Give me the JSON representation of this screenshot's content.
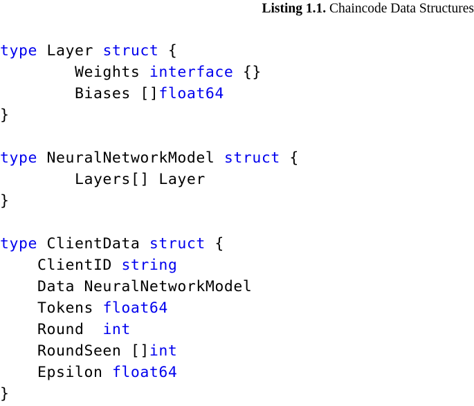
{
  "caption": {
    "label": "Listing 1.1.",
    "text": " Chaincode Data Structures"
  },
  "colors": {
    "keyword": "#0000ee",
    "text": "#000000",
    "background": "#ffffff"
  },
  "listing": {
    "language": "Go",
    "lines": [
      {
        "id": "l1",
        "segments": [
          {
            "t": "type",
            "c": "kw"
          },
          {
            "t": " Layer ",
            "c": "pl"
          },
          {
            "t": "struct",
            "c": "kw"
          },
          {
            "t": " {",
            "c": "pl"
          }
        ]
      },
      {
        "id": "l2",
        "segments": [
          {
            "t": "        Weights ",
            "c": "pl"
          },
          {
            "t": "interface",
            "c": "kw"
          },
          {
            "t": " {}",
            "c": "pl"
          }
        ]
      },
      {
        "id": "l3",
        "segments": [
          {
            "t": "        Biases []",
            "c": "pl"
          },
          {
            "t": "float64",
            "c": "kw"
          }
        ]
      },
      {
        "id": "l4",
        "segments": [
          {
            "t": "}",
            "c": "pl"
          }
        ]
      },
      {
        "id": "l5",
        "segments": [
          {
            "t": "",
            "c": "pl"
          }
        ]
      },
      {
        "id": "l6",
        "segments": [
          {
            "t": "type",
            "c": "kw"
          },
          {
            "t": " NeuralNetworkModel ",
            "c": "pl"
          },
          {
            "t": "struct",
            "c": "kw"
          },
          {
            "t": " {",
            "c": "pl"
          }
        ]
      },
      {
        "id": "l7",
        "segments": [
          {
            "t": "        Layers[] Layer",
            "c": "pl"
          }
        ]
      },
      {
        "id": "l8",
        "segments": [
          {
            "t": "}",
            "c": "pl"
          }
        ]
      },
      {
        "id": "l9",
        "segments": [
          {
            "t": "",
            "c": "pl"
          }
        ]
      },
      {
        "id": "l10",
        "segments": [
          {
            "t": "type",
            "c": "kw"
          },
          {
            "t": " ClientData ",
            "c": "pl"
          },
          {
            "t": "struct",
            "c": "kw"
          },
          {
            "t": " {",
            "c": "pl"
          }
        ]
      },
      {
        "id": "l11",
        "segments": [
          {
            "t": "    ClientID ",
            "c": "pl"
          },
          {
            "t": "string",
            "c": "kw"
          }
        ]
      },
      {
        "id": "l12",
        "segments": [
          {
            "t": "    Data NeuralNetworkModel",
            "c": "pl"
          }
        ]
      },
      {
        "id": "l13",
        "segments": [
          {
            "t": "    Tokens ",
            "c": "pl"
          },
          {
            "t": "float64",
            "c": "kw"
          }
        ]
      },
      {
        "id": "l14",
        "segments": [
          {
            "t": "    Round  ",
            "c": "pl"
          },
          {
            "t": "int",
            "c": "kw"
          }
        ]
      },
      {
        "id": "l15",
        "segments": [
          {
            "t": "    RoundSeen []",
            "c": "pl"
          },
          {
            "t": "int",
            "c": "kw"
          }
        ]
      },
      {
        "id": "l16",
        "segments": [
          {
            "t": "    Epsilon ",
            "c": "pl"
          },
          {
            "t": "float64",
            "c": "kw"
          }
        ]
      },
      {
        "id": "l17",
        "segments": [
          {
            "t": "}",
            "c": "pl"
          }
        ]
      }
    ]
  }
}
